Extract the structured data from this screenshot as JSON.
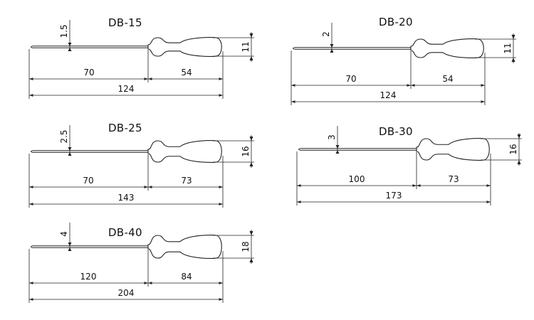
{
  "colors": {
    "line": "#222222",
    "text": "#111111",
    "background": "#ffffff"
  },
  "models": [
    {
      "name": "DB-15",
      "tip": "1.5",
      "shaft": "70",
      "handle": "54",
      "total": "124",
      "diameter": "11"
    },
    {
      "name": "DB-20",
      "tip": "2",
      "shaft": "70",
      "handle": "54",
      "total": "124",
      "diameter": "11"
    },
    {
      "name": "DB-25",
      "tip": "2.5",
      "shaft": "70",
      "handle": "73",
      "total": "143",
      "diameter": "16"
    },
    {
      "name": "DB-30",
      "tip": "3",
      "shaft": "100",
      "handle": "73",
      "total": "173",
      "diameter": "16"
    },
    {
      "name": "DB-40",
      "tip": "4",
      "shaft": "120",
      "handle": "84",
      "total": "204",
      "diameter": "18"
    }
  ]
}
